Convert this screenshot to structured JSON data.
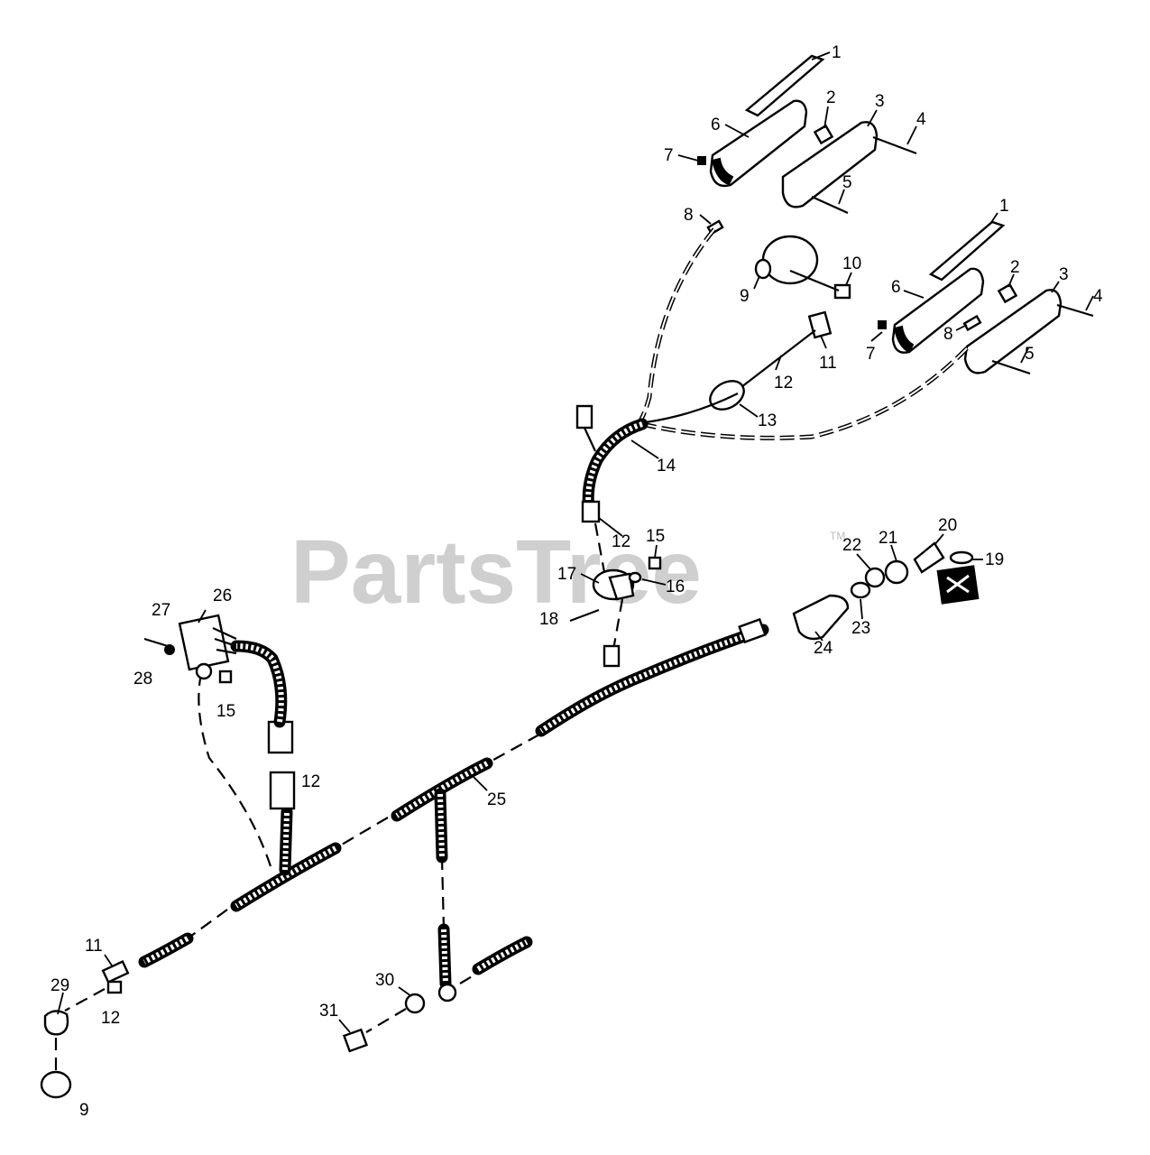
{
  "watermark": {
    "text": "PartsTree",
    "trademark": "TM"
  },
  "callouts": [
    {
      "id": "c1a",
      "label": "1"
    },
    {
      "id": "c2a",
      "label": "2"
    },
    {
      "id": "c3a",
      "label": "3"
    },
    {
      "id": "c4a",
      "label": "4"
    },
    {
      "id": "c5a",
      "label": "5"
    },
    {
      "id": "c6a",
      "label": "6"
    },
    {
      "id": "c7a",
      "label": "7"
    },
    {
      "id": "c8a",
      "label": "8"
    },
    {
      "id": "c1b",
      "label": "1"
    },
    {
      "id": "c2b",
      "label": "2"
    },
    {
      "id": "c3b",
      "label": "3"
    },
    {
      "id": "c4b",
      "label": "4"
    },
    {
      "id": "c5b",
      "label": "5"
    },
    {
      "id": "c6b",
      "label": "6"
    },
    {
      "id": "c7b",
      "label": "7"
    },
    {
      "id": "c8b",
      "label": "8"
    },
    {
      "id": "c9a",
      "label": "9"
    },
    {
      "id": "c10",
      "label": "10"
    },
    {
      "id": "c11a",
      "label": "11"
    },
    {
      "id": "c12a",
      "label": "12"
    },
    {
      "id": "c13",
      "label": "13"
    },
    {
      "id": "c14",
      "label": "14"
    },
    {
      "id": "c12b",
      "label": "12"
    },
    {
      "id": "c15a",
      "label": "15"
    },
    {
      "id": "c16",
      "label": "16"
    },
    {
      "id": "c17",
      "label": "17"
    },
    {
      "id": "c18",
      "label": "18"
    },
    {
      "id": "c22",
      "label": "22"
    },
    {
      "id": "c21",
      "label": "21"
    },
    {
      "id": "c20",
      "label": "20"
    },
    {
      "id": "c19",
      "label": "19"
    },
    {
      "id": "c23",
      "label": "23"
    },
    {
      "id": "c24",
      "label": "24"
    },
    {
      "id": "c26",
      "label": "26"
    },
    {
      "id": "c27",
      "label": "27"
    },
    {
      "id": "c28",
      "label": "28"
    },
    {
      "id": "c15b",
      "label": "15"
    },
    {
      "id": "c12c",
      "label": "12"
    },
    {
      "id": "c25",
      "label": "25"
    },
    {
      "id": "c11b",
      "label": "11"
    },
    {
      "id": "c29",
      "label": "29"
    },
    {
      "id": "c12d",
      "label": "12"
    },
    {
      "id": "c9b",
      "label": "9"
    },
    {
      "id": "c30",
      "label": "30"
    },
    {
      "id": "c31",
      "label": "31"
    }
  ]
}
